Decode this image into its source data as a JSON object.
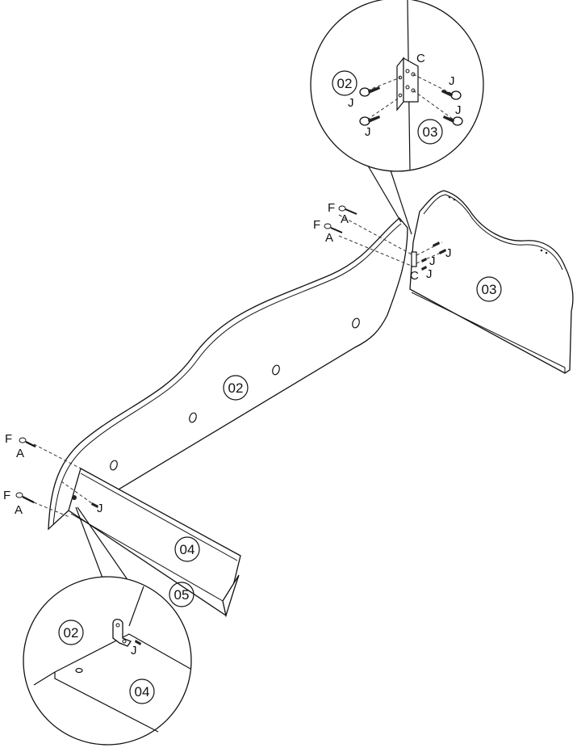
{
  "parts": {
    "p02": "02",
    "p03": "03",
    "p04": "04",
    "p05": "05"
  },
  "hardware": {
    "A": "A",
    "C": "C",
    "F": "F",
    "J": "J"
  },
  "colors": {
    "line": "#111111",
    "background": "#ffffff"
  }
}
